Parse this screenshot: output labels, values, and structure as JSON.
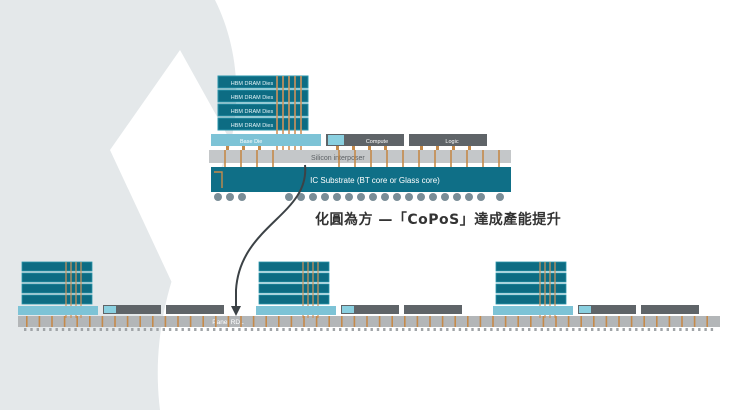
{
  "colors": {
    "background_shape": "#e4e8ea",
    "hbm_die": "#0d6c83",
    "hbm_die_border": "#2a95ab",
    "base_die": "#7dc3d6",
    "compute_die": "#5f6468",
    "compute_accent": "#8ad0e0",
    "interposer": "#c4c7c9",
    "substrate": "#0f6f87",
    "panel_rdl": "#b3b6b8",
    "solder": "#7a8d97",
    "bump": "#c58a4a",
    "tsv": "#d0935a",
    "arrow": "#3c4246",
    "caption_text": "#333333"
  },
  "cowos_stack": {
    "hbm_dies": [
      "HBM DRAM Dies",
      "HBM DRAM Dies",
      "HBM DRAM Dies",
      "HBM DRAM Dies"
    ],
    "base_die_label": "Base Die",
    "compute_label": "Compute",
    "logic_label": "Logic",
    "interposer_label": "Silicon interposer",
    "substrate_label": "IC Substrate (BT core or Glass core)"
  },
  "transition_caption": "化圓為方 —「CoPoS」達成產能提升",
  "copos_panel": {
    "panel_label": "Panel RDL",
    "module_count": 3
  }
}
